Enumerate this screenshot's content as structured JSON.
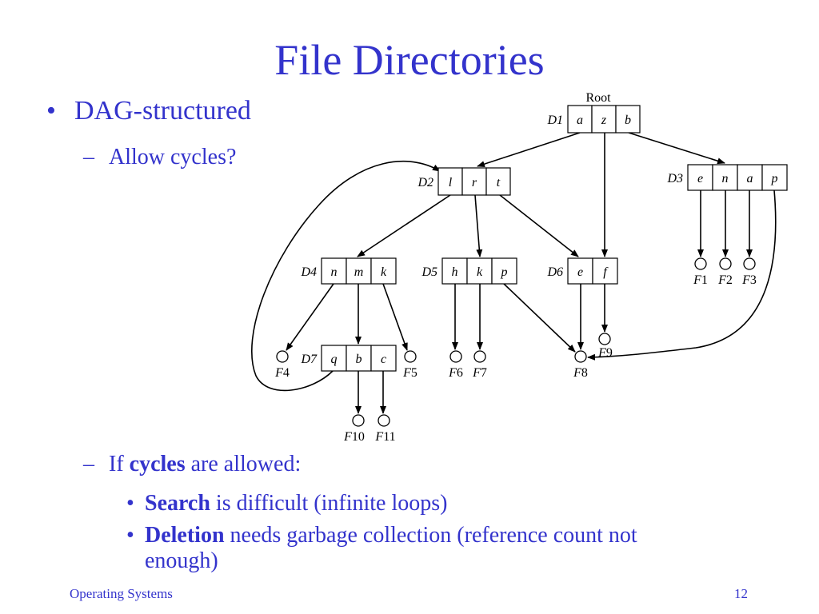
{
  "slide": {
    "title": "File Directories",
    "bullet1": "DAG-structured",
    "sub1": "Allow cycles?",
    "sub2_prefix": "If ",
    "sub2_bold": "cycles",
    "sub2_suffix": " are allowed:",
    "item1_bold": "Search",
    "item1_rest": " is difficult (infinite loops)",
    "item2_bold": "Deletion",
    "item2_rest": " needs garbage collection (reference count not",
    "item2_cont": "enough)",
    "footer_left": "Operating Systems",
    "page_number": "12",
    "bullet_char": "•",
    "dash_char": "–"
  },
  "diagram": {
    "root_label": "Root",
    "directories": [
      {
        "label": "D1",
        "entries": [
          "a",
          "z",
          "b"
        ]
      },
      {
        "label": "D2",
        "entries": [
          "l",
          "r",
          "t"
        ]
      },
      {
        "label": "D3",
        "entries": [
          "e",
          "n",
          "a",
          "p"
        ]
      },
      {
        "label": "D4",
        "entries": [
          "n",
          "m",
          "k"
        ]
      },
      {
        "label": "D5",
        "entries": [
          "h",
          "k",
          "p"
        ]
      },
      {
        "label": "D6",
        "entries": [
          "e",
          "f"
        ]
      },
      {
        "label": "D7",
        "entries": [
          "q",
          "b",
          "c"
        ]
      }
    ],
    "files": [
      "F1",
      "F2",
      "F3",
      "F4",
      "F5",
      "F6",
      "F7",
      "F8",
      "F9",
      "F10",
      "F11"
    ]
  }
}
